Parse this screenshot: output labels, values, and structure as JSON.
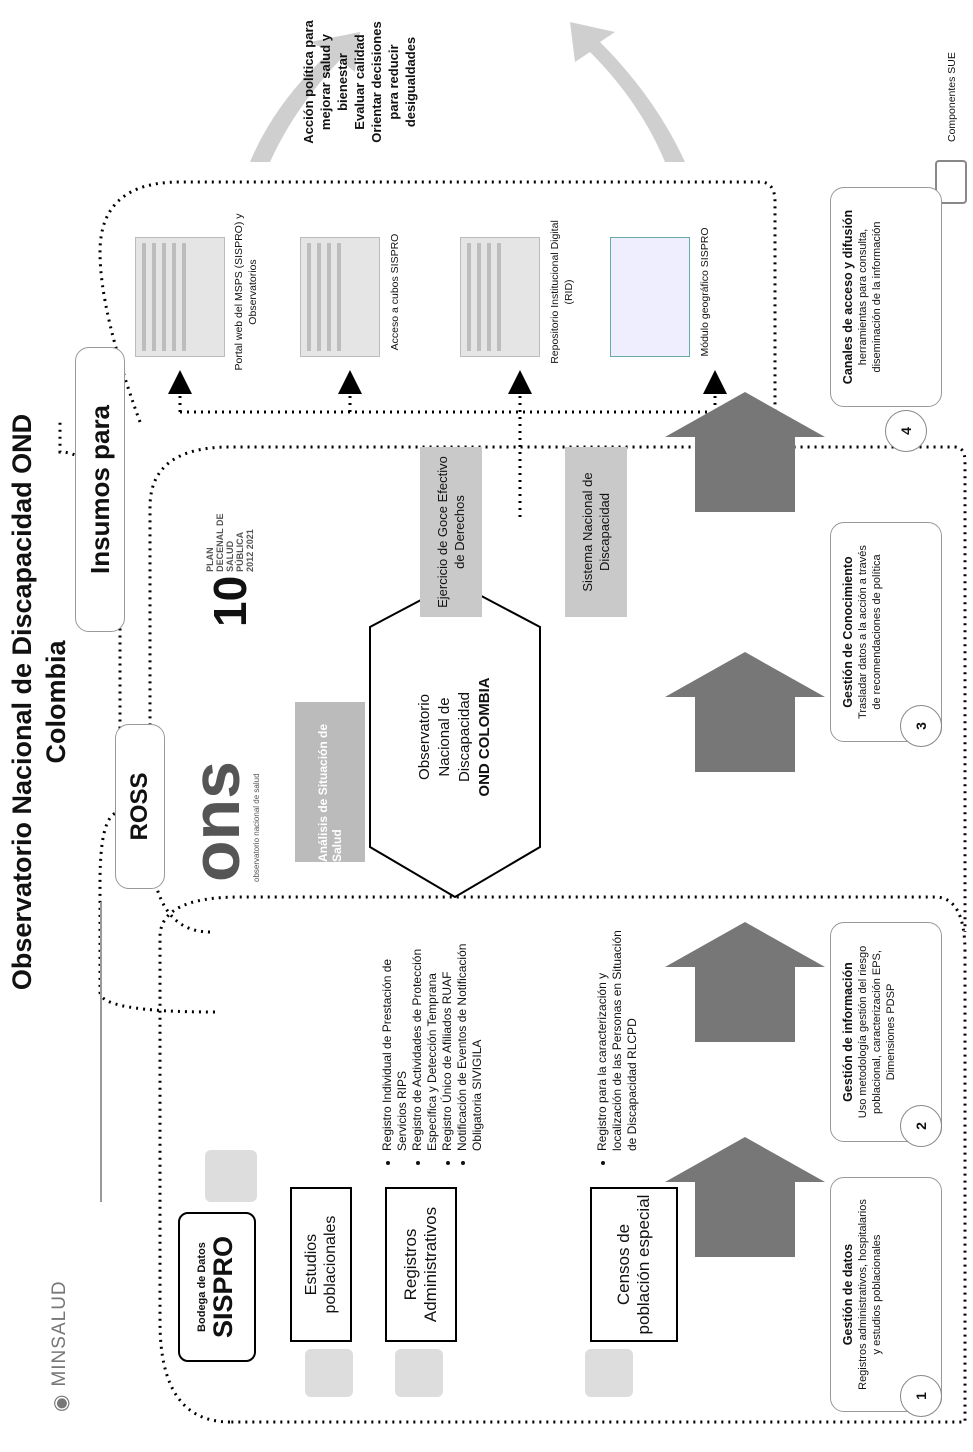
{
  "header": {
    "logo_text": "MINSALUD",
    "title_line1": "Observatorio Nacional de Discapacidad OND",
    "title_line2": "Colombia"
  },
  "ross": "ROSS",
  "insumos": "Insumos para",
  "outcome": {
    "line1": "Acción política para",
    "line2": "mejorar salud y",
    "line3": "bienestar",
    "line4": "Evaluar calidad",
    "line5": "Orientar decisiones",
    "line6": "para reducir",
    "line7": "desigualdades"
  },
  "legend_label": "Componentes SUE",
  "sispro": {
    "top": "Bodega de Datos",
    "main": "SISPRO"
  },
  "sources": {
    "estudios": "Estudios poblacionales",
    "registros": "Registros Administrativos",
    "censos": "Censos de población especial"
  },
  "registros_list": [
    "Registro Individual de Prestación de Servicios RIPS",
    "Registro de Actividades de Protección Específica y Detección Temprana",
    "Registro Único de Afiliados RUAF",
    "Notificación de Eventos de Notificación Obligatoria SIVIGILA"
  ],
  "censos_list": [
    "Registro para la caracterización y localización de las Personas en Situación de Discapacidad RLCPD"
  ],
  "logos": {
    "ons_big": "ons",
    "ons_small": "observatorio nacional de salud",
    "plan_number": "10",
    "plan_text": "PLAN DECENAL DE SALUD PÚBLICA",
    "plan_years": "2012 2021",
    "asis": "Análisis de Situación de Salud"
  },
  "ond": {
    "line1": "Observatorio",
    "line2": "Nacional de",
    "line3": "Discapacidad",
    "line4": "OND COLOMBIA"
  },
  "gray_boxes": {
    "goce": "Ejercicio de Goce Efectivo de Derechos",
    "sistema": "Sistema Nacional de Discapacidad"
  },
  "channels": [
    {
      "label": "Portal web del MSPS (SISPRO) y Observatorios"
    },
    {
      "label": "Acceso a cubos SISPRO"
    },
    {
      "label": "Repositorio Institucional Digital (RID)"
    },
    {
      "label": "Módulo geográfico SISPRO"
    }
  ],
  "components": [
    {
      "num": "1",
      "title": "Gestión de datos",
      "body": "Registros administrativos, hospitalarios y estudios poblacionales"
    },
    {
      "num": "2",
      "title": "Gestión de información",
      "body": "Uso metodología gestión del riesgo poblacional, caracterización EPS, Dimensiones PDSP"
    },
    {
      "num": "3",
      "title": "Gestión de Conocimiento",
      "body": "Trasladar datos a la acción a través de recomendaciones de política"
    },
    {
      "num": "4",
      "title": "Canales de acceso y difusión",
      "body": "herramientas para consulta, diseminación de la información"
    }
  ]
}
